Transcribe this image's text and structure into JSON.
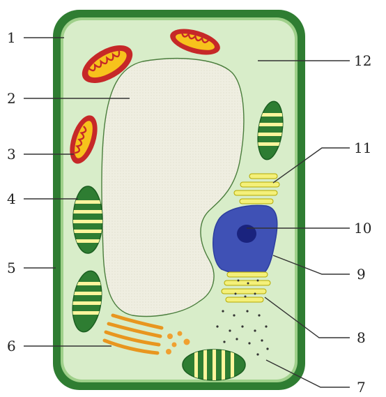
{
  "diagram": {
    "labels": {
      "l1": "1",
      "l2": "2",
      "l3": "3",
      "l4": "4",
      "l5": "5",
      "l6": "6",
      "l7": "7",
      "l8": "8",
      "l9": "9",
      "l10": "10",
      "l11": "11",
      "l12": "12"
    },
    "colors": {
      "cell_wall": "#2f7d32",
      "cytoplasm": "#d8edc9",
      "vacuole": "#efeee1",
      "mitochondrion_outer": "#c62828",
      "mitochondrion_inner": "#f7c21c",
      "chloroplast": "#2e7d32",
      "thylakoid": "#fff59d",
      "nucleus": "#3f51b5",
      "nucleolus": "#1a237e",
      "golgi": "#f0a030",
      "er": "#f4f07a",
      "ribosome": "#333333"
    }
  }
}
